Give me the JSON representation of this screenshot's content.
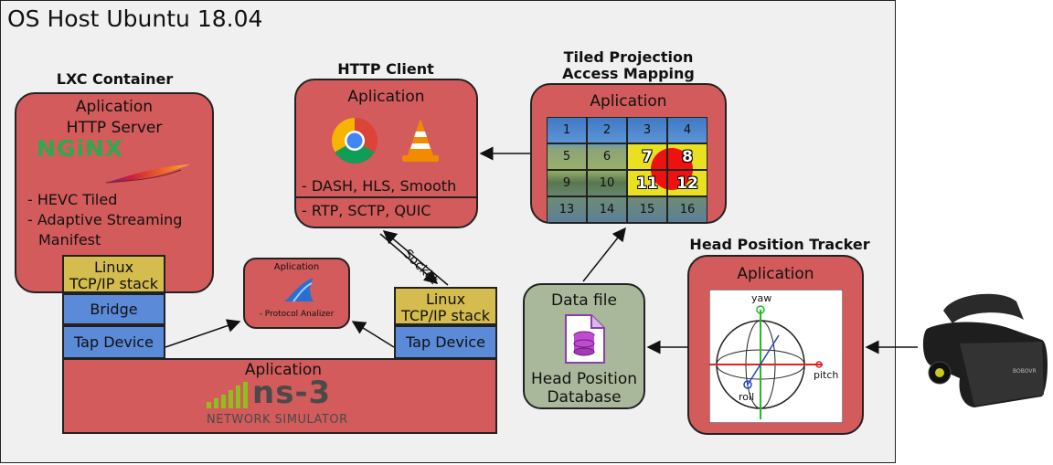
{
  "host": {
    "title": "OS Host Ubuntu 18.04"
  },
  "lxc": {
    "title": "LXC Container",
    "app_label": "Aplication",
    "server_label": "HTTP Server",
    "nginx_logo": "NGiNX",
    "features": [
      "- HEVC Tiled",
      "- Adaptive Streaming",
      "Manifest"
    ],
    "tcp_stack": [
      "Linux",
      "TCP/IP stack"
    ],
    "bridge": "Bridge",
    "tap": "Tap Device"
  },
  "http_client": {
    "title": "HTTP Client",
    "app_label": "Aplication",
    "protocols1": "- DASH, HLS, Smooth",
    "protocols2": "- RTP, SCTP, QUIC",
    "socket_label": "Socket",
    "tcp_stack": [
      "Linux",
      "TCP/IP stack"
    ],
    "tap": "Tap Device"
  },
  "analyzer": {
    "app_label": "Aplication",
    "desc": "- Protocol Analizer"
  },
  "ns3": {
    "app_label": "Aplication",
    "logo": "ns-3",
    "subtitle": "NETWORK SIMULATOR"
  },
  "tiled": {
    "title": [
      "Tiled Projection",
      "Access Mapping"
    ],
    "app_label": "Aplication",
    "tiles": [
      "1",
      "2",
      "3",
      "4",
      "5",
      "6",
      "7",
      "8",
      "9",
      "10",
      "11",
      "12",
      "13",
      "14",
      "15",
      "16"
    ],
    "highlight_color": "#e8e020",
    "hot_color": "#ee1111"
  },
  "datafile": {
    "title": "Data file",
    "name": [
      "Head Position",
      "Database"
    ]
  },
  "head_tracker": {
    "title": "Head Position Tracker",
    "app_label": "Aplication",
    "axes": {
      "yaw": "yaw",
      "pitch": "pitch",
      "roll": "roll"
    }
  },
  "headset": {
    "brand": "BOBOVR"
  },
  "colors": {
    "app_red": "#d35b5b",
    "stack_yellow": "#d4bc4e",
    "device_blue": "#5b8ad8",
    "datafile_green": "#a9b89a",
    "nginx_green": "#2fa84f"
  },
  "icons": [
    "chrome-icon",
    "vlc-icon",
    "apache-feather-icon",
    "wireshark-fin-icon",
    "database-icon",
    "headset-icon"
  ]
}
